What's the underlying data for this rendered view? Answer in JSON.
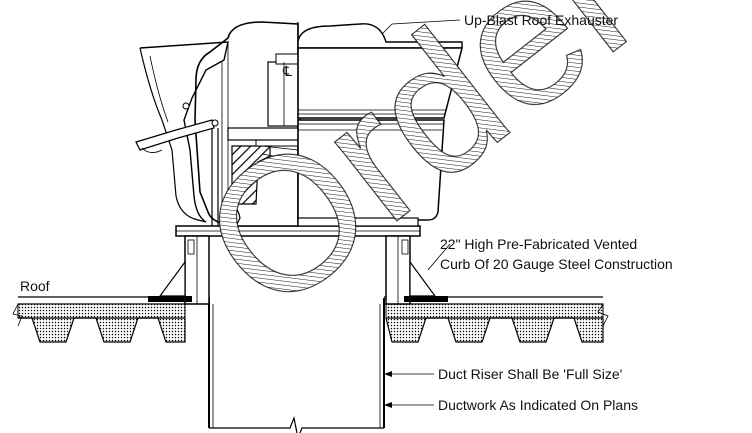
{
  "labels": {
    "exhauster": "Up-Blast Roof Exhauster",
    "curb_line1": "22\" High Pre-Fabricated Vented",
    "curb_line2": "Curb Of 20 Gauge Steel Construction",
    "roof": "Roof",
    "riser": "Duct Riser Shall Be 'Full Size'",
    "ductwork": "Ductwork As Indicated On Plans",
    "centerline": "℄"
  },
  "watermark": {
    "text": "Order P"
  },
  "colors": {
    "line": "#000000",
    "background": "#ffffff",
    "hatch": "#000000"
  }
}
